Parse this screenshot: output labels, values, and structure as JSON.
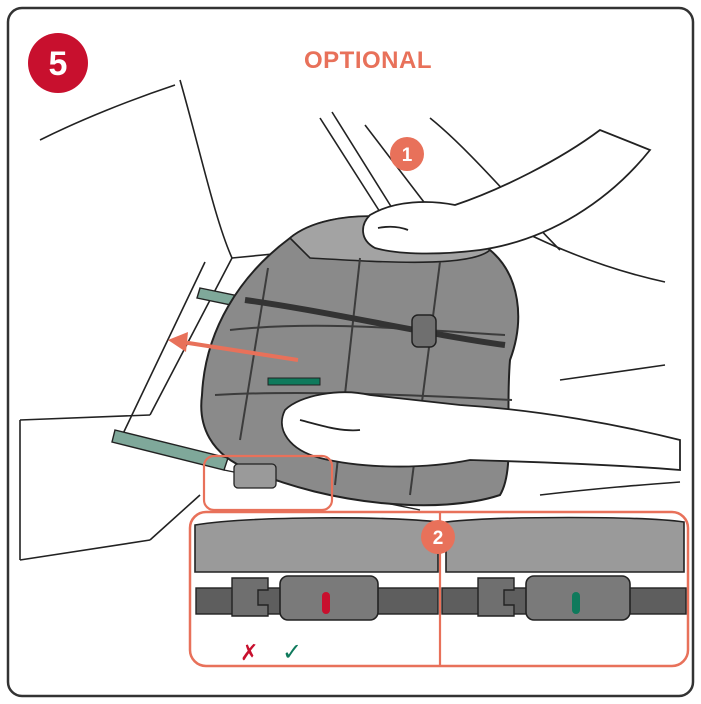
{
  "step": {
    "number": "5",
    "badge_color": "#c8102e"
  },
  "heading": {
    "text": "OPTIONAL",
    "color": "#e8715a"
  },
  "callouts": [
    {
      "label": "1"
    },
    {
      "label": "2"
    }
  ],
  "detail": {
    "wrong_mark": "✗",
    "right_mark": "✓",
    "wrong_color": "#c8102e",
    "right_color": "#0f7a5c",
    "indicator_wrong_color": "#c8102e",
    "indicator_right_color": "#0f7a5c"
  },
  "colors": {
    "accent": "#e8715a",
    "frame": "#333333",
    "seat_fill": "#8a8a8a",
    "seat_dark": "#5e5e5e",
    "rail": "#7fa89a",
    "outline": "#222222"
  }
}
